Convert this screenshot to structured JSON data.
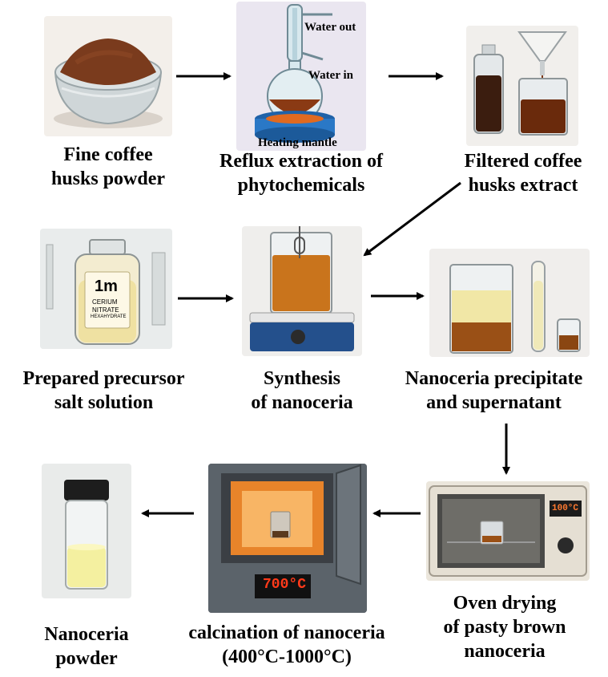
{
  "steps": {
    "coffee_powder": {
      "line1": "Fine coffee",
      "line2": "husks powder"
    },
    "reflux": {
      "line1": "Reflux extraction of",
      "line2": "phytochemicals",
      "water_out": "Water out",
      "water_in": "Water in",
      "mantle": "Heating mantle"
    },
    "filtered": {
      "line1": "Filtered coffee",
      "line2": "husks extract"
    },
    "precursor": {
      "line1": "Prepared precursor",
      "line2": "salt solution",
      "bottle_big": "1m",
      "bottle_l1": "CERIUM",
      "bottle_l2": "NITRATE",
      "bottle_l3": "HEXAHYDRATE"
    },
    "synthesis": {
      "line1": "Synthesis",
      "line2": "of nanoceria"
    },
    "precipitate": {
      "line1": "Nanoceria precipitate",
      "line2": "and supernatant"
    },
    "oven": {
      "line1": "Oven drying",
      "line2": "of pasty brown",
      "line3": "nanoceria",
      "display": "100°C"
    },
    "calcination": {
      "line1": "calcination of nanoceria",
      "line2": "(400°C-1000°C)",
      "display": "700°C"
    },
    "powder": {
      "line1": "Nanoceria",
      "line2": "powder"
    }
  }
}
